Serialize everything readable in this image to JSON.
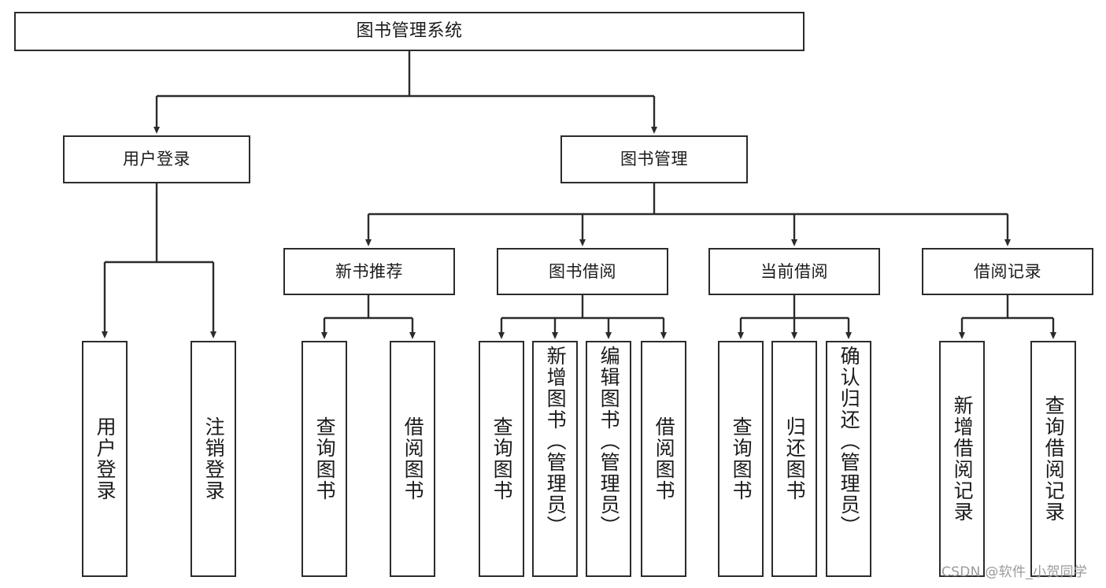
{
  "diagram": {
    "title": "图书管理系统",
    "type": "tree",
    "background_color": "#ffffff",
    "line_color": "#2b2b2b",
    "text_color": "#1b1b1b"
  },
  "nodes": {
    "root": {
      "label": "图书管理系统"
    },
    "level1": [
      {
        "id": "user-login",
        "label": "用户登录"
      },
      {
        "id": "book-management",
        "label": "图书管理"
      }
    ],
    "level2": [
      {
        "id": "new-book-recommend",
        "label": "新书推荐"
      },
      {
        "id": "book-borrow",
        "label": "图书借阅"
      },
      {
        "id": "current-borrow",
        "label": "当前借阅"
      },
      {
        "id": "borrow-record",
        "label": "借阅记录"
      }
    ],
    "leaves": {
      "user_login": [
        {
          "id": "leaf-user-login",
          "label": "用户登录"
        },
        {
          "id": "leaf-user-logout",
          "label": "注销登录"
        }
      ],
      "new_book_recommend": [
        {
          "id": "leaf-query-book-1",
          "label": "查询图书"
        },
        {
          "id": "leaf-borrow-book-1",
          "label": "借阅图书"
        }
      ],
      "book_borrow": [
        {
          "id": "leaf-query-book-2",
          "label": "查询图书"
        },
        {
          "id": "leaf-add-book",
          "label": "新增图书（管理员）"
        },
        {
          "id": "leaf-edit-book",
          "label": "编辑图书（管理员）"
        },
        {
          "id": "leaf-borrow-book-2",
          "label": "借阅图书"
        }
      ],
      "current_borrow": [
        {
          "id": "leaf-query-book-3",
          "label": "查询图书"
        },
        {
          "id": "leaf-return-book",
          "label": "归还图书"
        },
        {
          "id": "leaf-confirm-return",
          "label": "确认归还（管理员）"
        }
      ],
      "borrow_record": [
        {
          "id": "leaf-add-record",
          "label": "新增借阅记录"
        },
        {
          "id": "leaf-query-record",
          "label": "查询借阅记录"
        }
      ]
    }
  },
  "watermark": {
    "text": "CSDN @软件_小贺同学"
  }
}
